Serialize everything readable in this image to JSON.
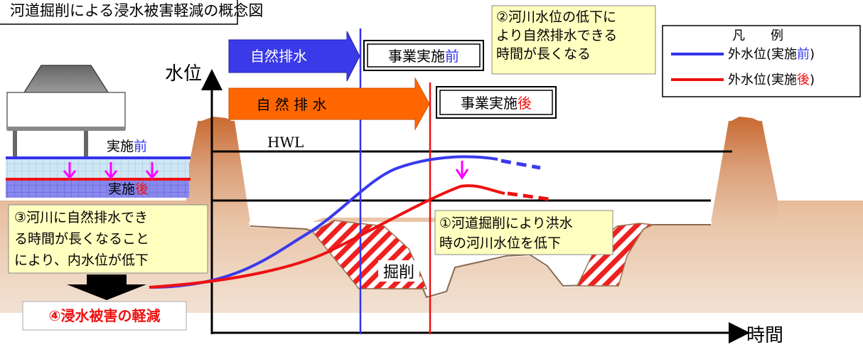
{
  "title": "河道掘削による浸水被害軽減の概念図",
  "axes": {
    "y_label": "水位",
    "x_label": "時間"
  },
  "arrows": {
    "before_label": "自然排水",
    "after_label": "自 然 排 水"
  },
  "boxes": {
    "before": {
      "prefix": "事業実施",
      "emph": "前"
    },
    "after": {
      "prefix": "事業実施",
      "emph": "後"
    }
  },
  "hwl_label": "HWL",
  "inland": {
    "before": {
      "prefix": "実施",
      "emph": "前"
    },
    "after": {
      "prefix": "実施",
      "emph": "後"
    }
  },
  "excavation_label": "掘削",
  "notes": {
    "note1": [
      "①河道掘削により洪水",
      "時の河川水位を低下"
    ],
    "note2": [
      "②河川水位の低下に",
      "より自然排水できる",
      "時間が長くなる"
    ],
    "note3": [
      "③河川に自然排水でき",
      "る時間が長くなること",
      "により、内水位が低下"
    ],
    "note4": "④浸水被害の軽減"
  },
  "legend": {
    "title": "凡　　例",
    "items": [
      {
        "prefix": "外水位(実施",
        "emph": "前",
        "suffix": ")",
        "color": "#3333ee"
      },
      {
        "prefix": "外水位(実施",
        "emph": "後",
        "suffix": ")",
        "color": "#ee1111"
      }
    ]
  },
  "colors": {
    "blue": "#3333ee",
    "red": "#ee1111",
    "note_yellow": "#ffffc0",
    "magenta": "#ff00ff",
    "arrow_blue": "#3a3ae8",
    "arrow_orange": "#ff6600"
  }
}
